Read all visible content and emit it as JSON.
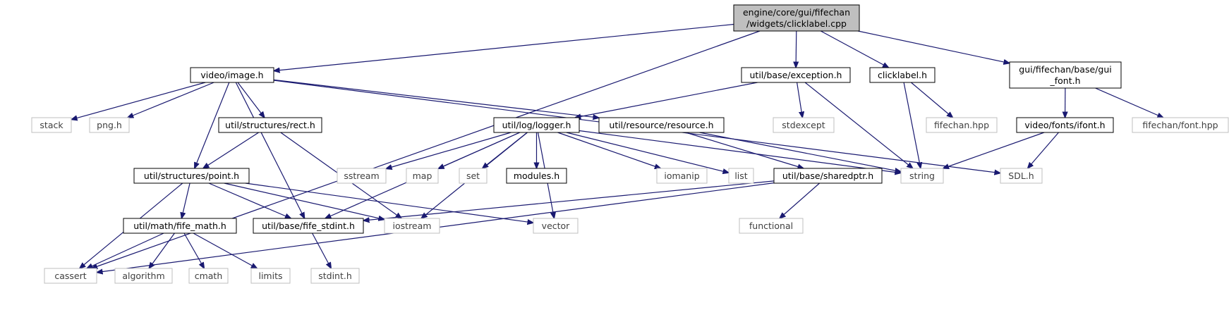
{
  "colors": {
    "edge": "#191970",
    "root_fill": "#bfbfbf",
    "node_border": "#000000",
    "external_border": "#bfbfbf",
    "external_text": "#404040",
    "text": "#000000"
  },
  "nodes": {
    "root": {
      "lines": [
        "engine/core/gui/fifechan",
        "/widgets/clicklabel.cpp"
      ],
      "kind": "root"
    },
    "image": {
      "lines": [
        "video/image.h"
      ],
      "kind": "file"
    },
    "exception": {
      "lines": [
        "util/base/exception.h"
      ],
      "kind": "file"
    },
    "clicklabel": {
      "lines": [
        "clicklabel.h"
      ],
      "kind": "file"
    },
    "guifont": {
      "lines": [
        "gui/fifechan/base/gui",
        "_font.h"
      ],
      "kind": "file"
    },
    "stack": {
      "lines": [
        "stack"
      ],
      "kind": "external"
    },
    "png": {
      "lines": [
        "png.h"
      ],
      "kind": "external"
    },
    "rect": {
      "lines": [
        "util/structures/rect.h"
      ],
      "kind": "file"
    },
    "logger": {
      "lines": [
        "util/log/logger.h"
      ],
      "kind": "file"
    },
    "resource": {
      "lines": [
        "util/resource/resource.h"
      ],
      "kind": "file"
    },
    "stdexcept": {
      "lines": [
        "stdexcept"
      ],
      "kind": "external"
    },
    "fifechanhpp": {
      "lines": [
        "fifechan.hpp"
      ],
      "kind": "external"
    },
    "ifont": {
      "lines": [
        "video/fonts/ifont.h"
      ],
      "kind": "file"
    },
    "fonthpp": {
      "lines": [
        "fifechan/font.hpp"
      ],
      "kind": "external"
    },
    "point": {
      "lines": [
        "util/structures/point.h"
      ],
      "kind": "file"
    },
    "sstream": {
      "lines": [
        "sstream"
      ],
      "kind": "external"
    },
    "map": {
      "lines": [
        "map"
      ],
      "kind": "external"
    },
    "set": {
      "lines": [
        "set"
      ],
      "kind": "external"
    },
    "modules": {
      "lines": [
        "modules.h"
      ],
      "kind": "file"
    },
    "iomanip": {
      "lines": [
        "iomanip"
      ],
      "kind": "external"
    },
    "list": {
      "lines": [
        "list"
      ],
      "kind": "external"
    },
    "sharedptr": {
      "lines": [
        "util/base/sharedptr.h"
      ],
      "kind": "file"
    },
    "string": {
      "lines": [
        "string"
      ],
      "kind": "external"
    },
    "sdl": {
      "lines": [
        "SDL.h"
      ],
      "kind": "external"
    },
    "fifemath": {
      "lines": [
        "util/math/fife_math.h"
      ],
      "kind": "file"
    },
    "fifestdint": {
      "lines": [
        "util/base/fife_stdint.h"
      ],
      "kind": "file"
    },
    "iostream": {
      "lines": [
        "iostream"
      ],
      "kind": "external"
    },
    "vector": {
      "lines": [
        "vector"
      ],
      "kind": "external"
    },
    "functional": {
      "lines": [
        "functional"
      ],
      "kind": "external"
    },
    "cassert": {
      "lines": [
        "cassert"
      ],
      "kind": "external"
    },
    "algorithm": {
      "lines": [
        "algorithm"
      ],
      "kind": "external"
    },
    "cmath": {
      "lines": [
        "cmath"
      ],
      "kind": "external"
    },
    "limits": {
      "lines": [
        "limits"
      ],
      "kind": "external"
    },
    "stdint": {
      "lines": [
        "stdint.h"
      ],
      "kind": "external"
    }
  },
  "edges": [
    [
      "root",
      "cassert"
    ],
    [
      "root",
      "image"
    ],
    [
      "root",
      "exception"
    ],
    [
      "root",
      "clicklabel"
    ],
    [
      "root",
      "guifont"
    ],
    [
      "image",
      "stack"
    ],
    [
      "image",
      "png"
    ],
    [
      "image",
      "rect"
    ],
    [
      "image",
      "point"
    ],
    [
      "image",
      "fifestdint"
    ],
    [
      "image",
      "resource"
    ],
    [
      "image",
      "sdl"
    ],
    [
      "exception",
      "logger"
    ],
    [
      "exception",
      "stdexcept"
    ],
    [
      "exception",
      "string"
    ],
    [
      "clicklabel",
      "fifechanhpp"
    ],
    [
      "clicklabel",
      "string"
    ],
    [
      "guifont",
      "ifont"
    ],
    [
      "guifont",
      "fonthpp"
    ],
    [
      "rect",
      "point"
    ],
    [
      "rect",
      "iostream"
    ],
    [
      "logger",
      "sstream"
    ],
    [
      "logger",
      "map"
    ],
    [
      "logger",
      "set"
    ],
    [
      "logger",
      "modules"
    ],
    [
      "logger",
      "iomanip"
    ],
    [
      "logger",
      "list"
    ],
    [
      "logger",
      "string"
    ],
    [
      "logger",
      "fifestdint"
    ],
    [
      "logger",
      "iostream"
    ],
    [
      "logger",
      "vector"
    ],
    [
      "resource",
      "sharedptr"
    ],
    [
      "resource",
      "string"
    ],
    [
      "ifont",
      "string"
    ],
    [
      "ifont",
      "sdl"
    ],
    [
      "point",
      "fifemath"
    ],
    [
      "point",
      "fifestdint"
    ],
    [
      "point",
      "iostream"
    ],
    [
      "point",
      "vector"
    ],
    [
      "point",
      "cassert"
    ],
    [
      "sharedptr",
      "fifestdint"
    ],
    [
      "sharedptr",
      "functional"
    ],
    [
      "sharedptr",
      "cassert"
    ],
    [
      "fifemath",
      "cassert"
    ],
    [
      "fifemath",
      "algorithm"
    ],
    [
      "fifemath",
      "cmath"
    ],
    [
      "fifemath",
      "limits"
    ],
    [
      "fifestdint",
      "stdint"
    ]
  ]
}
